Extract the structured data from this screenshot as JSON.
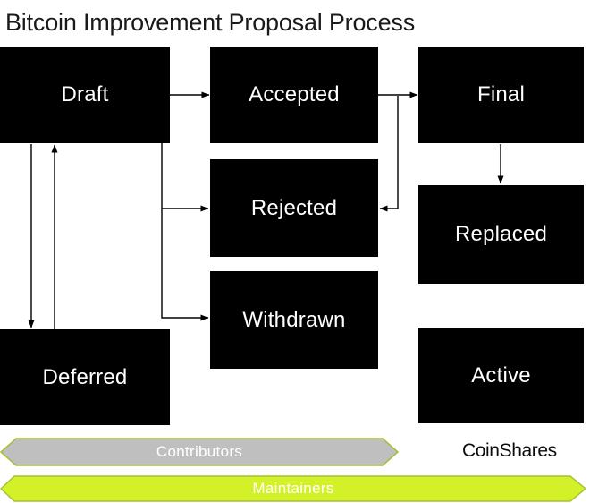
{
  "slide": {
    "title": "Bitcoin Improvement Proposal Process",
    "background": "#ffffff"
  },
  "colors": {
    "box_fill": "#000000",
    "box_text": "#ffffff",
    "connector": "#000000",
    "contributors_fill": "#bfbfbf",
    "contributors_border": "#a2c037",
    "maintainers_fill": "#d4f028",
    "maintainers_border": "#a2c037",
    "banner_text": "#ffffff",
    "title_text": "#1a1a1a",
    "logo_text": "#0d0d0d"
  },
  "states": [
    {
      "id": "draft",
      "label": "Draft"
    },
    {
      "id": "accepted",
      "label": "Accepted"
    },
    {
      "id": "final",
      "label": "Final"
    },
    {
      "id": "rejected",
      "label": "Rejected"
    },
    {
      "id": "replaced",
      "label": "Replaced"
    },
    {
      "id": "withdrawn",
      "label": "Withdrawn"
    },
    {
      "id": "deferred",
      "label": "Deferred"
    },
    {
      "id": "active",
      "label": "Active"
    }
  ],
  "transitions": [
    {
      "from": "draft",
      "to": "accepted"
    },
    {
      "from": "accepted",
      "to": "final"
    },
    {
      "from": "accepted",
      "to": "rejected"
    },
    {
      "from": "draft",
      "to": "rejected"
    },
    {
      "from": "draft",
      "to": "withdrawn"
    },
    {
      "from": "draft",
      "to": "deferred"
    },
    {
      "from": "deferred",
      "to": "draft"
    },
    {
      "from": "final",
      "to": "replaced"
    }
  ],
  "banners": [
    {
      "id": "contributors",
      "label": "Contributors"
    },
    {
      "id": "maintainers",
      "label": "Maintainers"
    }
  ],
  "logo": {
    "text": "CoinShares"
  }
}
